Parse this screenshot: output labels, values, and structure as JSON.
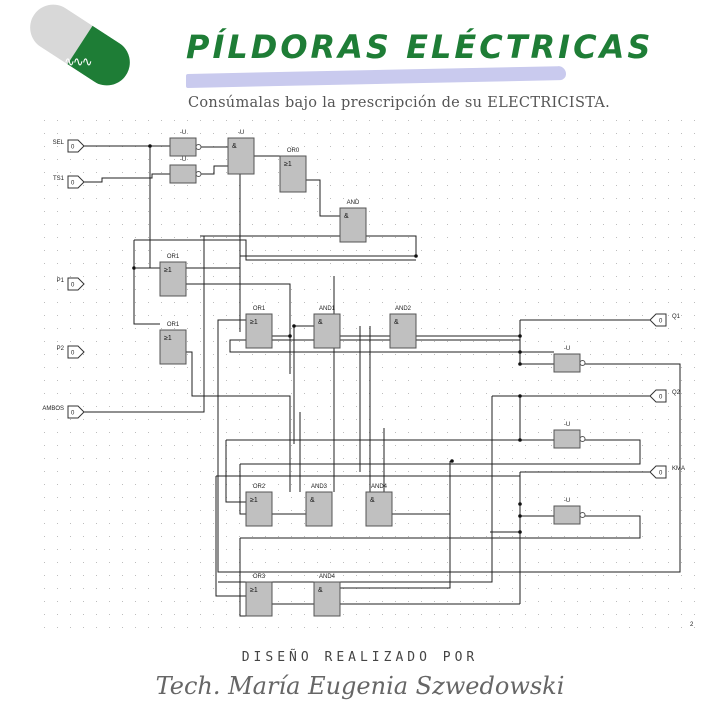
{
  "header": {
    "logo_icon": "pill-capsule-icon",
    "brand_colors": {
      "green": "#1e7d36",
      "pill_gray": "#d8d8d8",
      "brush": "#c9caee"
    },
    "title": "PÍLDORAS ELÉCTRICAS",
    "subtitle": "Consúmalas bajo la prescripción de su ELECTRICISTA."
  },
  "diagram": {
    "type": "logic-gate schematic",
    "page_number": "2",
    "colors": {
      "gate_fill": "#c0c0c0",
      "gate_stroke": "#555555",
      "wire": "#222222",
      "grid_dot": "#bdbdbd"
    },
    "inputs": [
      {
        "label": "SEL",
        "value": "0"
      },
      {
        "label": "TS1",
        "value": "0"
      },
      {
        "label": "P1",
        "value": "0"
      },
      {
        "label": "P2",
        "value": "0"
      },
      {
        "label": "AMBOS",
        "value": "0"
      }
    ],
    "outputs": [
      {
        "label": "Q1",
        "value": "0"
      },
      {
        "label": "Q2",
        "value": "0"
      },
      {
        "label": "KMA",
        "value": "0"
      }
    ],
    "gates": [
      {
        "id": "not1",
        "label": "-U",
        "symbol": "",
        "kind": "not"
      },
      {
        "id": "not2",
        "label": "-U",
        "symbol": "",
        "kind": "not"
      },
      {
        "id": "and0",
        "label": "-U",
        "symbol": "&",
        "kind": "and"
      },
      {
        "id": "or0",
        "label": "OR0",
        "symbol": "≥1",
        "kind": "or"
      },
      {
        "id": "and",
        "label": "AND",
        "symbol": "&",
        "kind": "and"
      },
      {
        "id": "or1a",
        "label": "OR1",
        "symbol": "≥1",
        "kind": "or"
      },
      {
        "id": "or1b",
        "label": "OR1",
        "symbol": "≥1",
        "kind": "or"
      },
      {
        "id": "or1c",
        "label": "OR1",
        "symbol": "≥1",
        "kind": "or"
      },
      {
        "id": "and1",
        "label": "AND1",
        "symbol": "&",
        "kind": "and"
      },
      {
        "id": "and2",
        "label": "AND2",
        "symbol": "&",
        "kind": "and"
      },
      {
        "id": "notq1",
        "label": "-U",
        "symbol": "",
        "kind": "not"
      },
      {
        "id": "notq2",
        "label": "-U",
        "symbol": "",
        "kind": "not"
      },
      {
        "id": "or2",
        "label": "OR2",
        "symbol": "≥1",
        "kind": "or"
      },
      {
        "id": "and3",
        "label": "AND3",
        "symbol": "&",
        "kind": "and"
      },
      {
        "id": "and4",
        "label": "AND4",
        "symbol": "&",
        "kind": "and"
      },
      {
        "id": "notk",
        "label": "-U",
        "symbol": "",
        "kind": "not"
      },
      {
        "id": "or3",
        "label": "OR3",
        "symbol": "≥1",
        "kind": "or"
      },
      {
        "id": "and4b",
        "label": "AND4",
        "symbol": "&",
        "kind": "and"
      }
    ]
  },
  "footer": {
    "credit_label": "DISEÑO REALIZADO POR",
    "author": "Tech. María Eugenia Szwedowski"
  }
}
